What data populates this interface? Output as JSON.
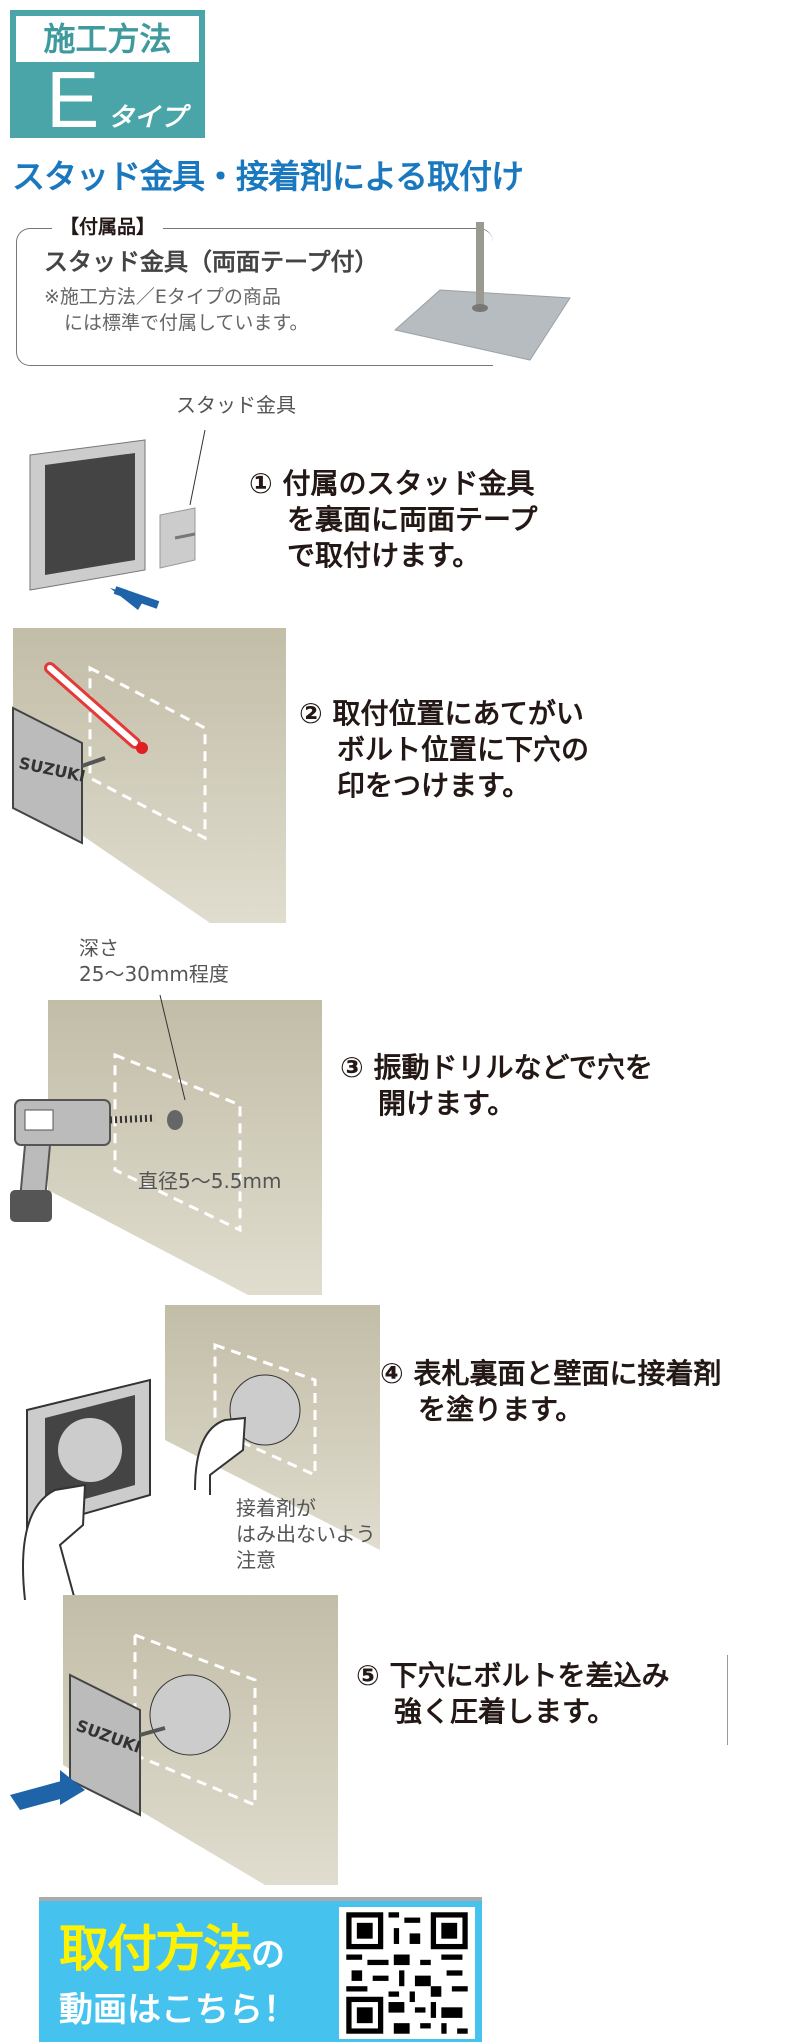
{
  "header": {
    "method_label": "施工方法",
    "type_letter": "E",
    "type_suffix": "タイプ"
  },
  "title": "スタッド金具・接着剤による取付け",
  "accessory": {
    "label": "【付属品】",
    "name": "スタッド金具（両面テープ付）",
    "note_line1": "※施工方法／Eタイプの商品",
    "note_line2": "には標準で付属しています。"
  },
  "steps": [
    {
      "num": "①",
      "line1": "付属のスタッド金具",
      "line2": "を裏面に両面テープ",
      "line3": "で取付けます。",
      "callout": "スタッド金具"
    },
    {
      "num": "②",
      "line1": "取付位置にあてがい",
      "line2": "ボルト位置に下穴の",
      "line3": "印をつけます。",
      "sign_text": "SUZUKI"
    },
    {
      "num": "③",
      "line1": "振動ドリルなどで穴を",
      "line2": "開けます。",
      "depth_label1": "深さ",
      "depth_label2": "25〜30mm程度",
      "diameter_label": "直径5〜5.5mm"
    },
    {
      "num": "④",
      "line1": "表札裏面と壁面に接着剤",
      "line2": "を塗ります。",
      "note1": "接着剤が",
      "note2": "はみ出ないよう",
      "note3": "注意"
    },
    {
      "num": "⑤",
      "line1": "下穴にボルトを差込み",
      "line2": "強く圧着します。",
      "sign_text": "SUZUKI"
    }
  ],
  "banner": {
    "line1": "取付方法",
    "line1_suffix": "の",
    "line2": "動画はこちら！"
  },
  "colors": {
    "teal": "#4aa5a8",
    "title_blue": "#1a78be",
    "banner_blue": "#45c3ee",
    "banner_yellow": "#fff200",
    "wall": "#c9c5b0",
    "arrow_blue": "#1f64a8"
  }
}
